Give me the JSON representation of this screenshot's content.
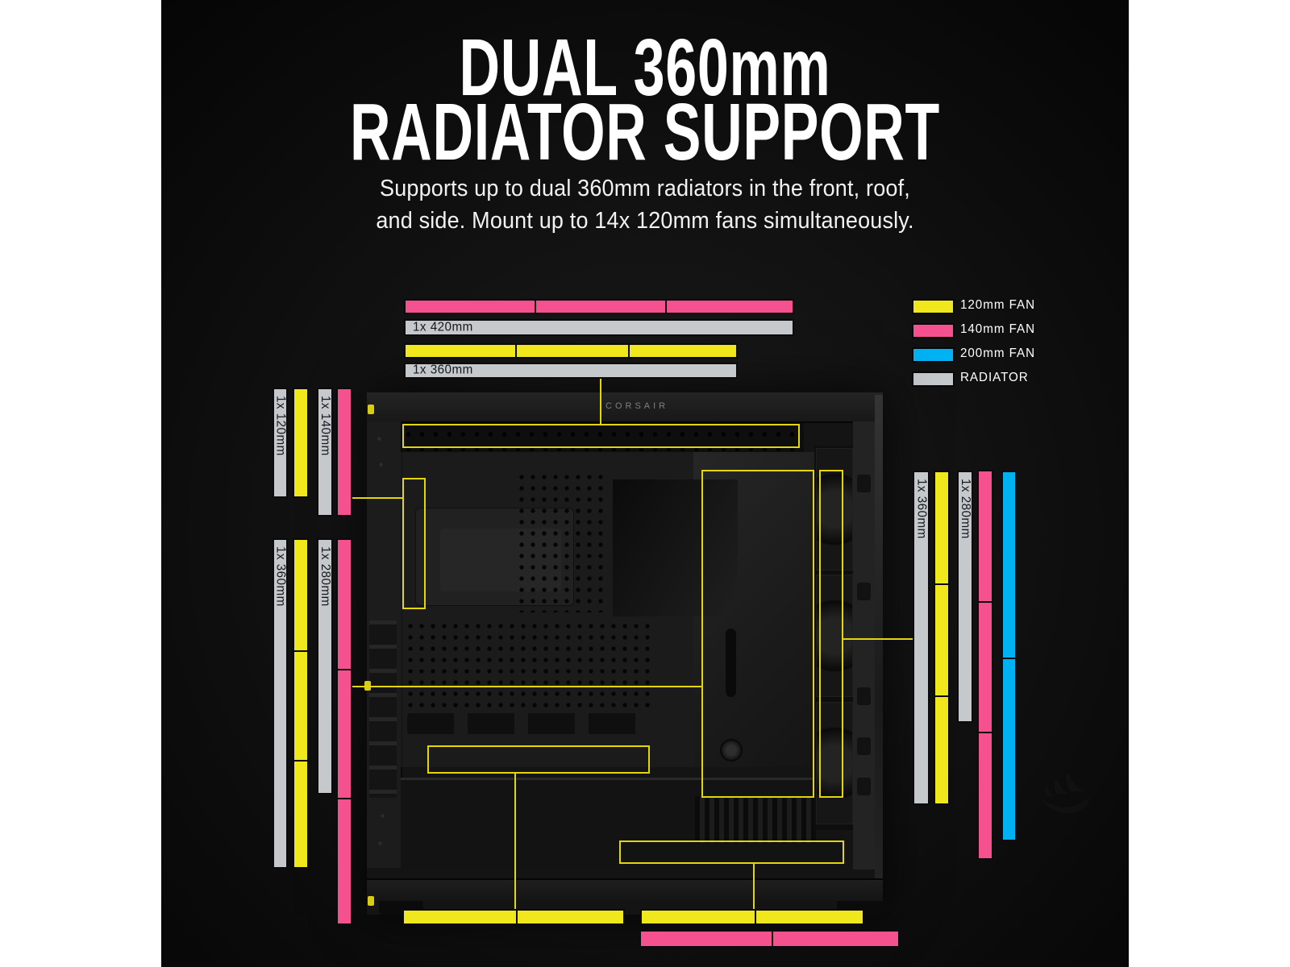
{
  "title": {
    "line1": "DUAL 360mm",
    "line2": "RADIATOR SUPPORT"
  },
  "subtitle": {
    "line1": "Supports up to dual 360mm radiators in the front, roof,",
    "line2": "and side. Mount up to 14x 120mm fans simultaneously."
  },
  "legend": {
    "items": [
      {
        "label": "120mm FAN",
        "color": "#f0e71c"
      },
      {
        "label": "140mm FAN",
        "color": "#f6518f"
      },
      {
        "label": "200mm FAN",
        "color": "#00b2f2"
      },
      {
        "label": "RADIATOR",
        "color": "#c5c9cc"
      }
    ]
  },
  "case": {
    "brand": "CORSAIR"
  },
  "colors": {
    "fan_120": "#f0e71c",
    "fan_140": "#f6518f",
    "fan_200": "#00b2f2",
    "radiator": "#c5c9cc",
    "callout": "#e3d60b",
    "background": "#111111",
    "page": "#ffffff"
  },
  "bars": {
    "roof_radiator_420": {
      "label": "1x 420mm"
    },
    "roof_radiator_360": {
      "label": "1x 360mm"
    },
    "rear_radiator_120": {
      "label": "1x 120mm"
    },
    "rear_radiator_140": {
      "label": "1x 140mm"
    },
    "left_radiator_360": {
      "label": "1x 360mm"
    },
    "left_radiator_280": {
      "label": "1x 280mm"
    },
    "right_radiator_360": {
      "label": "1x 360mm"
    },
    "right_radiator_280": {
      "label": "1x 280mm"
    }
  }
}
